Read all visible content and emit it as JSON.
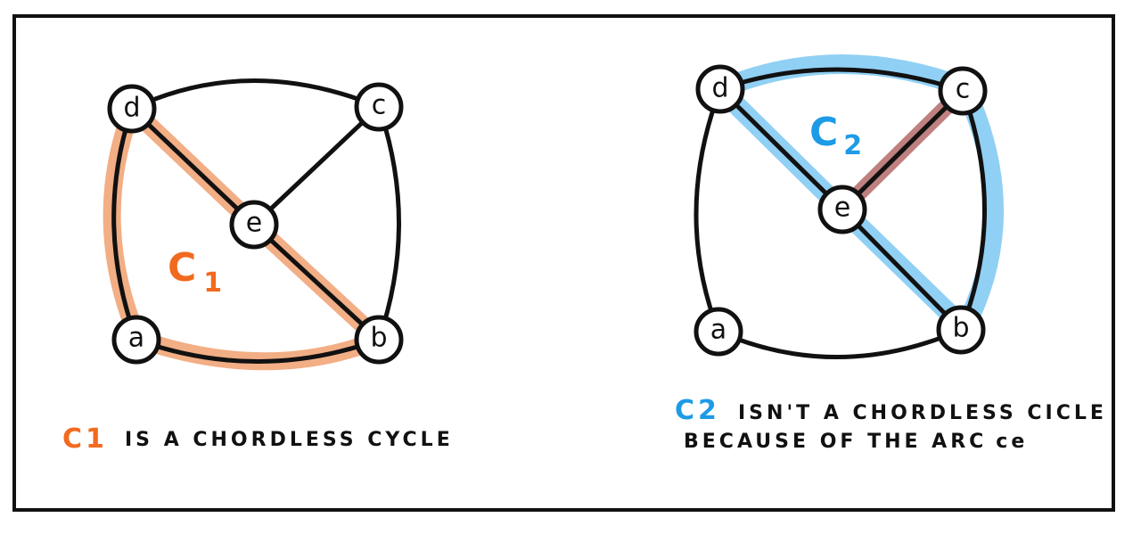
{
  "colors": {
    "ink": "#111111",
    "c1_highlight": "#f0a070",
    "c1_text": "#f26a1f",
    "c2_highlight": "#7cc8f2",
    "c2_text": "#1d9be6",
    "chord_highlight": "#b56b6b",
    "chord_text": "#c01818"
  },
  "left_graph": {
    "nodes": {
      "d": "d",
      "c": "c",
      "e": "e",
      "a": "a",
      "b": "b"
    },
    "cycle_label": {
      "letter": "C",
      "index": "1"
    },
    "caption": {
      "cycle": {
        "letter": "C",
        "index": "1"
      },
      "text": "IS A CHORDLESS CYCLE"
    }
  },
  "right_graph": {
    "nodes": {
      "d": "d",
      "c": "c",
      "e": "e",
      "a": "a",
      "b": "b"
    },
    "cycle_label": {
      "letter": "C",
      "index": "2"
    },
    "caption": {
      "cycle": {
        "letter": "C",
        "index": "2"
      },
      "line1": "ISN'T A CHORDLESS CICLE",
      "line2": "BECAUSE OF THE ARC",
      "arc": "ce"
    }
  }
}
